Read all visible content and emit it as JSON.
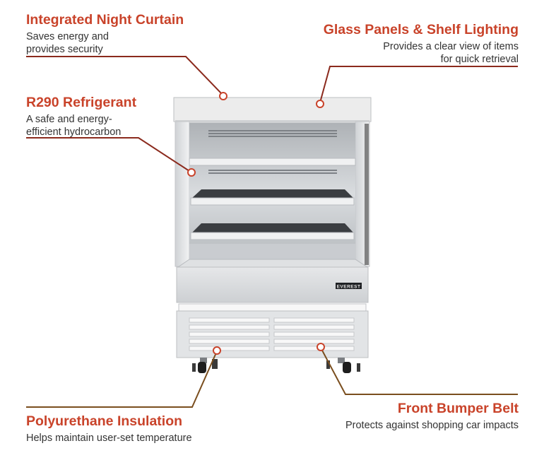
{
  "colors": {
    "accent": "#c9432a",
    "leader_dark": "#8b2a1d",
    "leader_brown": "#7a4e1e",
    "text": "#333333"
  },
  "brand_plate": "EVEREST",
  "callouts": {
    "night_curtain": {
      "title": "Integrated Night Curtain",
      "desc": [
        "Saves energy and",
        "provides security"
      ]
    },
    "glass_panels": {
      "title": "Glass Panels & Shelf Lighting",
      "desc": [
        "Provides a clear view of items",
        "for quick retrieval"
      ]
    },
    "r290": {
      "title": "R290 Refrigerant",
      "desc": [
        "A safe and energy-",
        "efficient hydrocarbon"
      ]
    },
    "insulation": {
      "title": "Polyurethane Insulation",
      "desc": [
        "Helps maintain user-set temperature"
      ]
    },
    "bumper": {
      "title": "Front Bumper Belt",
      "desc": [
        "Protects against shopping car impacts"
      ]
    }
  }
}
